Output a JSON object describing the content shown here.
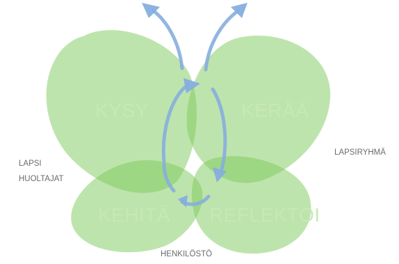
{
  "diagram": {
    "wings": {
      "top_left": "KYSY",
      "top_right": "KERÄÄ",
      "bottom_left": "KEHITÄ",
      "bottom_right": "REFLEKTOI"
    },
    "side_labels": {
      "left_line1": "LAPSI",
      "left_line2": "HUOLTAJAT",
      "right": "LAPSIRYHMÄ",
      "bottom": "HENKILÖSTÖ"
    },
    "colors": {
      "wing_fill": "#7dc95c",
      "label_text": "#c7e8b5",
      "arrow": "#86aede",
      "side_text": "#6b6b6b"
    }
  }
}
